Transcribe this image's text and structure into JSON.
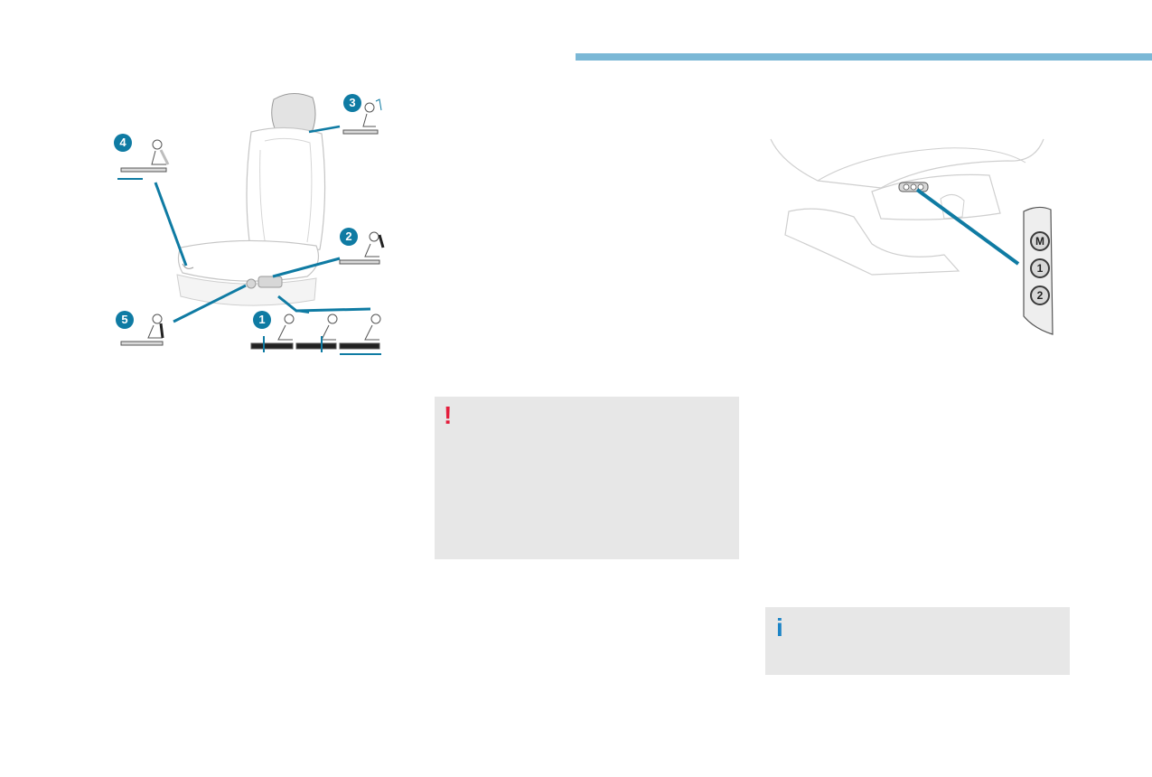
{
  "seat_figure": {
    "callouts": [
      {
        "id": "1",
        "label": "1"
      },
      {
        "id": "2",
        "label": "2"
      },
      {
        "id": "3",
        "label": "3"
      },
      {
        "id": "4",
        "label": "4"
      },
      {
        "id": "5",
        "label": "5"
      }
    ]
  },
  "memory_panel": {
    "buttons": [
      {
        "label": "M"
      },
      {
        "label": "1"
      },
      {
        "label": "2"
      }
    ]
  },
  "warning_box": {
    "icon": "warning-exclamation-icon",
    "icon_glyph": "!",
    "color": "#e41e3c"
  },
  "info_box": {
    "icon": "info-icon",
    "icon_glyph": "i",
    "color": "#1d84c6"
  },
  "colors": {
    "accent_bar": "#7bb8d6",
    "callout": "#0f7ba3",
    "box_bg": "#e7e7e7"
  }
}
